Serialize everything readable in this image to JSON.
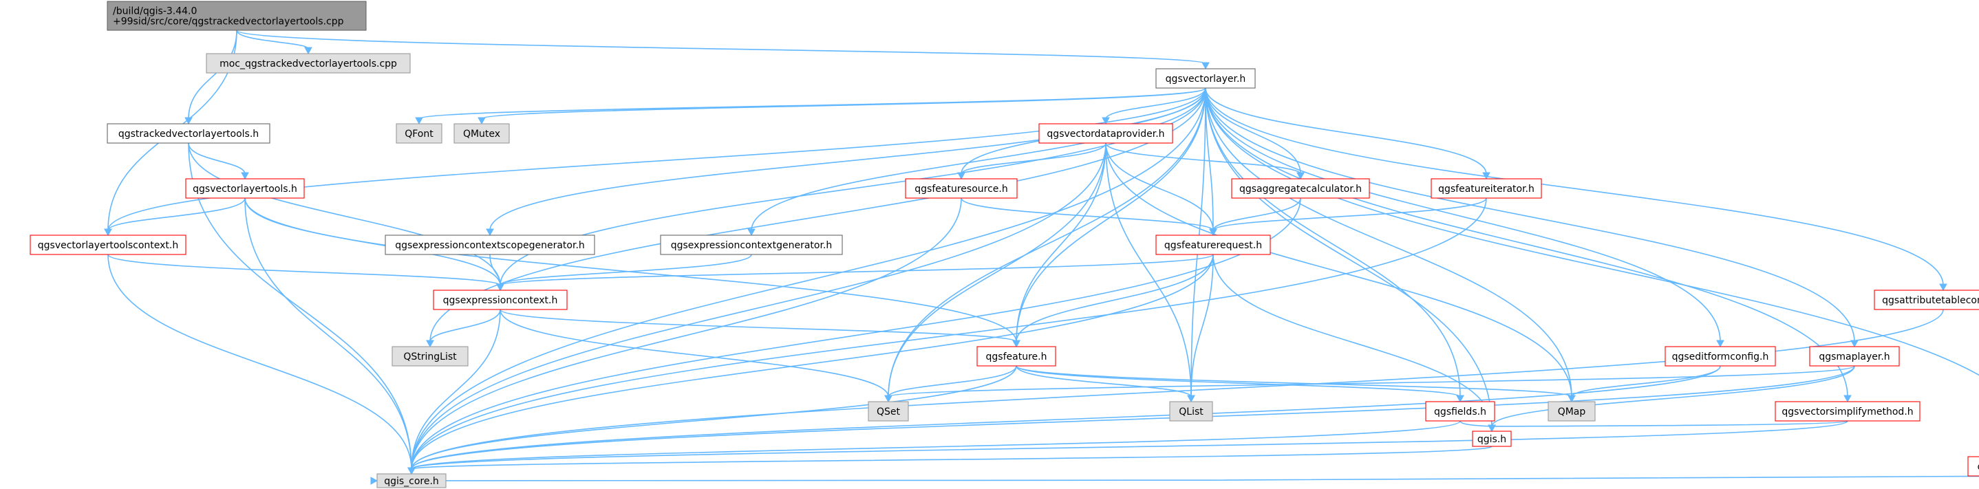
{
  "colors": {
    "edge": "#63B8FF",
    "node_border_normal": "#666666",
    "node_border_missing": "#FF0000",
    "node_border_external": "#999999",
    "node_fill_normal": "#FFFFFF",
    "node_fill_external": "#E0E0E0",
    "node_fill_root": "#999999"
  },
  "nodes": [
    {
      "id": "root",
      "lines": [
        "/build/qgis-3.44.0",
        "+99sid/src/core/qgstrackedvectorlayertools.cpp"
      ],
      "kind": "root"
    },
    {
      "id": "moc",
      "lines": [
        "moc_qgstrackedvectorlayertools.cpp"
      ],
      "kind": "external"
    },
    {
      "id": "qgsvectorlayer",
      "lines": [
        "qgsvectorlayer.h"
      ],
      "kind": "normal"
    },
    {
      "id": "qgstracked",
      "lines": [
        "qgstrackedvectorlayertools.h"
      ],
      "kind": "normal"
    },
    {
      "id": "QFont",
      "lines": [
        "QFont"
      ],
      "kind": "external"
    },
    {
      "id": "QMutex",
      "lines": [
        "QMutex"
      ],
      "kind": "external"
    },
    {
      "id": "qgsvectordataprovider",
      "lines": [
        "qgsvectordataprovider.h"
      ],
      "kind": "missing"
    },
    {
      "id": "qgsvectorlayertools",
      "lines": [
        "qgsvectorlayertools.h"
      ],
      "kind": "missing"
    },
    {
      "id": "qgsfeaturesource",
      "lines": [
        "qgsfeaturesource.h"
      ],
      "kind": "missing"
    },
    {
      "id": "qgsaggregatecalculator",
      "lines": [
        "qgsaggregatecalculator.h"
      ],
      "kind": "missing"
    },
    {
      "id": "qgsfeatureiterator",
      "lines": [
        "qgsfeatureiterator.h"
      ],
      "kind": "missing"
    },
    {
      "id": "qgsvectorlayertoolscontext",
      "lines": [
        "qgsvectorlayertoolscontext.h"
      ],
      "kind": "missing"
    },
    {
      "id": "qgsexpressioncontextscopegenerator",
      "lines": [
        "qgsexpressioncontextscopegenerator.h"
      ],
      "kind": "normal"
    },
    {
      "id": "qgsexpressioncontextgenerator",
      "lines": [
        "qgsexpressioncontextgenerator.h"
      ],
      "kind": "normal"
    },
    {
      "id": "qgsfeaturerequest",
      "lines": [
        "qgsfeaturerequest.h"
      ],
      "kind": "missing"
    },
    {
      "id": "qgsexpressioncontext",
      "lines": [
        "qgsexpressioncontext.h"
      ],
      "kind": "missing"
    },
    {
      "id": "qgsattributetableconfig",
      "lines": [
        "qgsattributetableconfig.h"
      ],
      "kind": "missing"
    },
    {
      "id": "QStringList",
      "lines": [
        "QStringList"
      ],
      "kind": "external"
    },
    {
      "id": "qgsfeature",
      "lines": [
        "qgsfeature.h"
      ],
      "kind": "missing"
    },
    {
      "id": "qgseditformconfig",
      "lines": [
        "qgseditformconfig.h"
      ],
      "kind": "missing"
    },
    {
      "id": "qgsmaplayer",
      "lines": [
        "qgsmaplayer.h"
      ],
      "kind": "missing"
    },
    {
      "id": "QMap",
      "lines": [
        "QMap"
      ],
      "kind": "external"
    },
    {
      "id": "QList",
      "lines": [
        "QList"
      ],
      "kind": "external"
    },
    {
      "id": "QSet",
      "lines": [
        "QSet"
      ],
      "kind": "external"
    },
    {
      "id": "qgsfields",
      "lines": [
        "qgsfields.h"
      ],
      "kind": "missing"
    },
    {
      "id": "qgsvectorsimplifymethod",
      "lines": [
        "qgsvectorsimplifymethod.h"
      ],
      "kind": "missing"
    },
    {
      "id": "qgis",
      "lines": [
        "qgis.h"
      ],
      "kind": "missing"
    },
    {
      "id": "qgsabstractprofilesource",
      "lines": [
        "qgsabstractprofilesource.h"
      ],
      "kind": "missing"
    },
    {
      "id": "qgis_core",
      "lines": [
        "qgis_core.h"
      ],
      "kind": "external"
    }
  ],
  "edges": [
    [
      "root",
      "moc"
    ],
    [
      "root",
      "qgsvectorlayer"
    ],
    [
      "root",
      "qgstracked"
    ],
    [
      "root",
      "qgsvectorlayertoolscontext"
    ],
    [
      "qgsvectorlayer",
      "QFont"
    ],
    [
      "qgsvectorlayer",
      "QMutex"
    ],
    [
      "qgsvectorlayer",
      "qgsvectordataprovider"
    ],
    [
      "qgsvectorlayer",
      "qgsfeaturesource"
    ],
    [
      "qgsvectorlayer",
      "qgsaggregatecalculator"
    ],
    [
      "qgsvectorlayer",
      "qgsfeatureiterator"
    ],
    [
      "qgsvectorlayer",
      "qgsvectorlayertoolscontext"
    ],
    [
      "qgsvectorlayer",
      "qgsexpressioncontextscopegenerator"
    ],
    [
      "qgsvectorlayer",
      "qgsexpressioncontextgenerator"
    ],
    [
      "qgsvectorlayer",
      "qgsfeaturerequest"
    ],
    [
      "qgsvectorlayer",
      "qgsexpressioncontext"
    ],
    [
      "qgsvectorlayer",
      "QStringList"
    ],
    [
      "qgsvectorlayer",
      "qgsfeature"
    ],
    [
      "qgsvectorlayer",
      "QSet"
    ],
    [
      "qgsvectorlayer",
      "QList"
    ],
    [
      "qgsvectorlayer",
      "QMap"
    ],
    [
      "qgsvectorlayer",
      "qgsfields"
    ],
    [
      "qgsvectorlayer",
      "qgis"
    ],
    [
      "qgsvectorlayer",
      "qgseditformconfig"
    ],
    [
      "qgsvectorlayer",
      "qgsmaplayer"
    ],
    [
      "qgsvectorlayer",
      "qgsvectorsimplifymethod"
    ],
    [
      "qgsvectorlayer",
      "qgsattributetableconfig"
    ],
    [
      "qgsvectorlayer",
      "qgsabstractprofilesource"
    ],
    [
      "qgsvectorlayer",
      "qgis_core"
    ],
    [
      "qgstracked",
      "qgsvectorlayertools"
    ],
    [
      "qgstracked",
      "qgsexpressioncontext"
    ],
    [
      "qgstracked",
      "qgis_core"
    ],
    [
      "qgsvectordataprovider",
      "qgsfeaturesource"
    ],
    [
      "qgsvectordataprovider",
      "qgsaggregatecalculator"
    ],
    [
      "qgsvectordataprovider",
      "qgsfeaturerequest"
    ],
    [
      "qgsvectordataprovider",
      "qgsfeature"
    ],
    [
      "qgsvectordataprovider",
      "QSet"
    ],
    [
      "qgsvectordataprovider",
      "QList"
    ],
    [
      "qgsvectordataprovider",
      "QMap"
    ],
    [
      "qgsvectordataprovider",
      "qgis_core"
    ],
    [
      "qgsvectorlayertools",
      "qgsvectorlayertoolscontext"
    ],
    [
      "qgsvectorlayertools",
      "qgsexpressioncontext"
    ],
    [
      "qgsvectorlayertools",
      "qgsfeature"
    ],
    [
      "qgsvectorlayertools",
      "qgis_core"
    ],
    [
      "qgsfeaturesource",
      "qgsfeaturerequest"
    ],
    [
      "qgsfeaturesource",
      "qgis_core"
    ],
    [
      "qgsaggregatecalculator",
      "qgsfeaturerequest"
    ],
    [
      "qgsaggregatecalculator",
      "qgis_core"
    ],
    [
      "qgsfeatureiterator",
      "qgsfeaturerequest"
    ],
    [
      "qgsfeatureiterator",
      "qgis_core"
    ],
    [
      "qgsvectorlayertoolscontext",
      "qgsexpressioncontext"
    ],
    [
      "qgsvectorlayertoolscontext",
      "qgis_core"
    ],
    [
      "qgsexpressioncontextscopegenerator",
      "qgsexpressioncontext"
    ],
    [
      "qgsexpressioncontextgenerator",
      "qgsexpressioncontext"
    ],
    [
      "qgsfeaturerequest",
      "qgsexpressioncontext"
    ],
    [
      "qgsfeaturerequest",
      "qgsfeature"
    ],
    [
      "qgsfeaturerequest",
      "QList"
    ],
    [
      "qgsfeaturerequest",
      "qgis"
    ],
    [
      "qgsfeaturerequest",
      "qgis_core"
    ],
    [
      "qgsexpressioncontext",
      "QStringList"
    ],
    [
      "qgsexpressioncontext",
      "qgsfeature"
    ],
    [
      "qgsexpressioncontext",
      "QSet"
    ],
    [
      "qgsexpressioncontext",
      "qgis_core"
    ],
    [
      "qgsfeature",
      "QSet"
    ],
    [
      "qgsfeature",
      "QList"
    ],
    [
      "qgsfeature",
      "QMap"
    ],
    [
      "qgsfeature",
      "qgsfields"
    ],
    [
      "qgsfeature",
      "qgis_core"
    ],
    [
      "qgsfields",
      "qgis"
    ],
    [
      "qgsfields",
      "qgis_core"
    ],
    [
      "qgseditformconfig",
      "QMap"
    ],
    [
      "qgseditformconfig",
      "qgis_core"
    ],
    [
      "qgsmaplayer",
      "QSet"
    ],
    [
      "qgsmaplayer",
      "qgis"
    ],
    [
      "qgsmaplayer",
      "qgis_core"
    ],
    [
      "qgsvectorsimplifymethod",
      "qgis"
    ],
    [
      "qgsvectorsimplifymethod",
      "qgis_core"
    ],
    [
      "qgsattributetableconfig",
      "qgis_core"
    ],
    [
      "qgsabstractprofilesource",
      "qgis_core"
    ],
    [
      "qgis",
      "qgis_core"
    ]
  ]
}
